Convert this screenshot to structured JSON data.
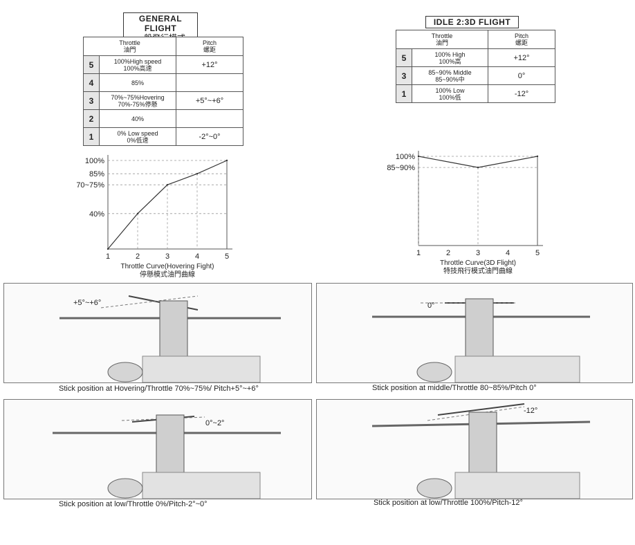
{
  "general_flight": {
    "title": "GENERAL FLIGHT",
    "title_zh": "一般飛行模式",
    "header": {
      "throttle": "Throttle",
      "throttle_zh": "油門",
      "pitch": "Pitch",
      "pitch_zh": "螺距"
    },
    "rows": [
      {
        "num": "5",
        "throttle": "100%High speed",
        "throttle_zh": "100%高速",
        "pitch": "+12°"
      },
      {
        "num": "4",
        "throttle": "85%",
        "throttle_zh": "",
        "pitch": ""
      },
      {
        "num": "3",
        "throttle": "70%~75%Hovering",
        "throttle_zh": "70%-75%停懸",
        "pitch": "+5°~+6°"
      },
      {
        "num": "2",
        "throttle": "40%",
        "throttle_zh": "",
        "pitch": ""
      },
      {
        "num": "1",
        "throttle": "0% Low speed",
        "throttle_zh": "0%低速",
        "pitch": "-2°~0°"
      }
    ]
  },
  "idle_flight": {
    "title": "IDLE 2:3D FLIGHT",
    "header": {
      "throttle": "Throttle",
      "throttle_zh": "油門",
      "pitch": "Pitch",
      "pitch_zh": "螺距"
    },
    "rows": [
      {
        "num": "5",
        "throttle": "100% High",
        "throttle_zh": "100%高",
        "pitch": "+12°"
      },
      {
        "num": "3",
        "throttle": "85~90% Middle",
        "throttle_zh": "85~90%中",
        "pitch": "0°"
      },
      {
        "num": "1",
        "throttle": "100% Low",
        "throttle_zh": "100%低",
        "pitch": "-12°"
      }
    ]
  },
  "chart_data": [
    {
      "type": "line",
      "xlabel": "Throttle Curve(Hovering Fight)",
      "xlabel_zh": "停懸模式油門曲線",
      "x": [
        1,
        2,
        3,
        4,
        5
      ],
      "xticks": [
        "1",
        "2",
        "3",
        "4",
        "5"
      ],
      "ytick_labels": [
        "100%",
        "85%",
        "70~75%",
        "40%"
      ],
      "ytick_values": [
        100,
        85,
        72.5,
        40
      ],
      "y": [
        0,
        40,
        72.5,
        85,
        100
      ],
      "ylim": [
        0,
        100
      ]
    },
    {
      "type": "line",
      "xlabel": "Throttle Curve(3D Flight)",
      "xlabel_zh": "特技飛行模式油門曲線",
      "x": [
        1,
        3,
        5
      ],
      "xticks": [
        "1",
        "2",
        "3",
        "4",
        "5"
      ],
      "ytick_labels": [
        "100%",
        "85~90%"
      ],
      "ytick_values": [
        100,
        87.5
      ],
      "y": [
        100,
        87.5,
        100
      ],
      "ylim": [
        0,
        100
      ]
    }
  ],
  "panels": [
    {
      "angle_label": "+5°~+6°",
      "caption": "Stick position at Hovering/Throttle 70%~75%/ Pitch+5°~+6°"
    },
    {
      "angle_label": "0°",
      "caption": "Stick position at middle/Throttle 80~85%/Pitch 0°"
    },
    {
      "angle_label": "0°~2°",
      "caption": "Stick position at low/Throttle 0%/Pitch-2°~0°"
    },
    {
      "angle_label": "-12°",
      "caption": "Stick position at low/Throttle 100%/Pitch-12°"
    }
  ]
}
